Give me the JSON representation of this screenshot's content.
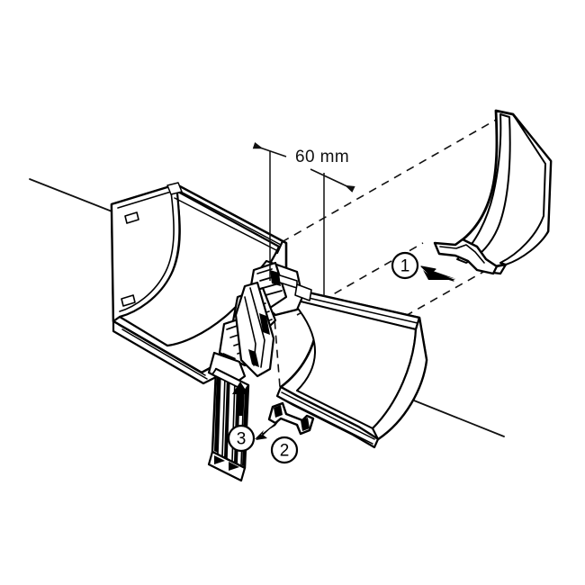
{
  "diagram": {
    "title": "Curved duct cover assembly instruction",
    "type": "technical-line-drawing",
    "background_color": "#ffffff",
    "line_color": "#000000",
    "dimension": {
      "label": "60 mm",
      "value": 60,
      "unit": "mm"
    },
    "callouts": [
      {
        "id": "callout-1",
        "label": "1",
        "arrow": "arrow-down-left",
        "target": "detached-cover-piece"
      },
      {
        "id": "callout-2",
        "label": "2",
        "arrow": "arrow-down-left",
        "target": "bracket-clip"
      },
      {
        "id": "callout-3",
        "label": "3",
        "arrow": "arrow-up",
        "target": "vertical-rail"
      }
    ],
    "parts": [
      {
        "name": "left-duct-section",
        "description": "curved trunking body, left"
      },
      {
        "name": "right-duct-section",
        "description": "curved trunking body, right"
      },
      {
        "name": "center-joint",
        "description": "ribbed hinge/joint between duct halves"
      },
      {
        "name": "detached-cover-piece",
        "description": "curved cover segment, exploded upper right"
      },
      {
        "name": "vertical-rail",
        "description": "vertical profile post below joint"
      },
      {
        "name": "bracket-clip",
        "description": "small T-shaped retaining clip"
      }
    ]
  }
}
